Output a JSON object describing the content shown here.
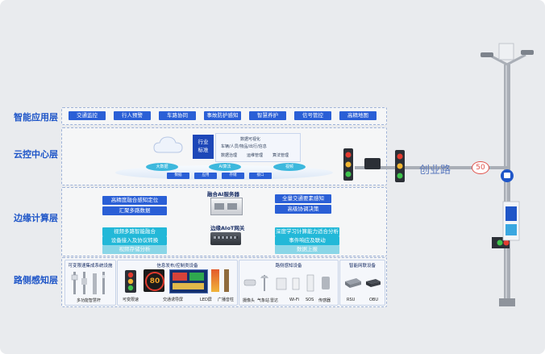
{
  "layers": {
    "app": "智能应用层",
    "cloud": "云控中心层",
    "edge": "边缘计算层",
    "road": "路侧感知层"
  },
  "app_chips": [
    "交通监控",
    "行人预警",
    "车路协同",
    "事故防护感知",
    "智慧养护",
    "信号管控",
    "高精地图"
  ],
  "cloud": {
    "industry": "行业\n标准",
    "tags": [
      "数据可视化",
      "车辆/人员/物品/出行/信息",
      "数据治理",
      "运维管理",
      "算法管理"
    ],
    "platform_labels": [
      "大数据",
      "AI算法",
      "视频"
    ],
    "platform_sub": [
      "数据",
      "应用",
      "存储",
      "接口"
    ]
  },
  "edge": {
    "fusion_title": "融合AI服务器",
    "gateway_title": "边缘AIoT网关",
    "left_top": [
      "高精度融合感知定位",
      "汇聚多路数据"
    ],
    "right_top": [
      "全量交通要素感知",
      "高级协调决策"
    ],
    "left_bottom": [
      "视频多路智能融合",
      "设备接入及协议转换",
      "视频存储分析"
    ],
    "right_bottom": [
      "深度学习计算能力适合分析",
      "事件响应及联动",
      "数据上报"
    ]
  },
  "road": {
    "s1_title": "可变限速集成系统设施",
    "s1_caption": "多功能智慧杆",
    "s2_title": "信息发布/控制类设备",
    "s2_captions": [
      "可变限速",
      "交通诱导屏",
      "LED屏",
      "广播音柱"
    ],
    "speed_value": "80",
    "s3_title": "路侧感知设备",
    "s3_captions": [
      "摄像头",
      "气象站",
      "雷达",
      "Wi-Fi",
      "SOS",
      "传感器"
    ],
    "s4_title": "智能网联设备",
    "s4_captions": [
      "RSU",
      "OBU"
    ]
  },
  "street": {
    "sign_text": "创业路",
    "speed_sign": "50"
  },
  "colors": {
    "accent": "#1f56c8",
    "chip": "#2a5fd6",
    "teal": "#22b8d8",
    "pole": "#a9aeb6"
  }
}
